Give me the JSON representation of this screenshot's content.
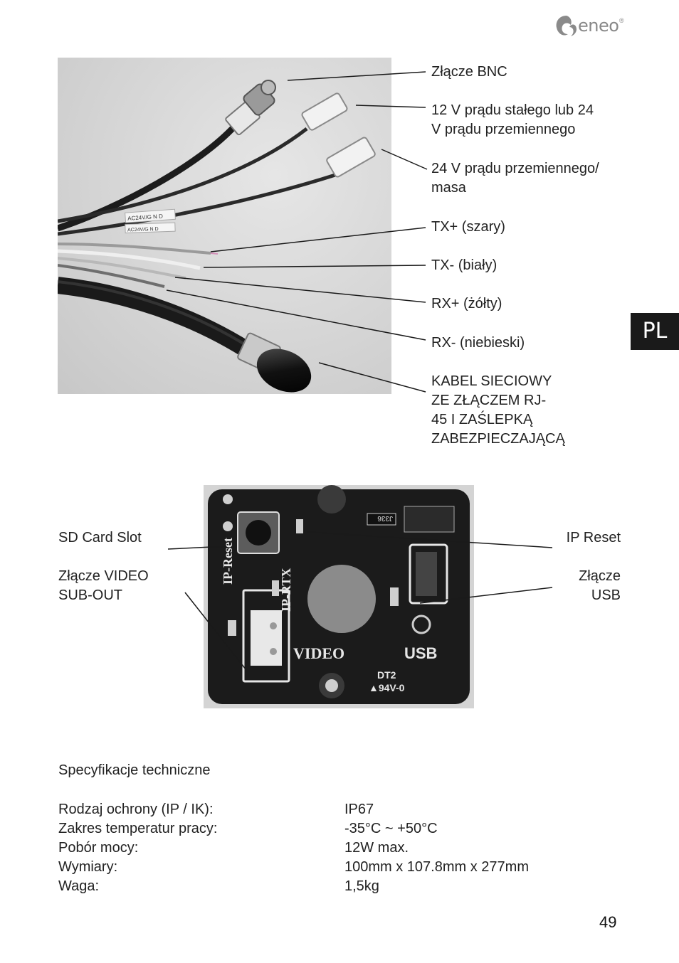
{
  "header": {
    "logo_text": "eneo",
    "logo_registered": "®",
    "lang_tab": "PL"
  },
  "cable_diagram": {
    "labels": [
      "Złącze BNC",
      "12 V prądu stałego lub 24",
      "V prądu przemiennego",
      "24 V prądu przemiennego/",
      "masa",
      "TX+ (szary)",
      "TX- (biały)",
      "RX+ (żółty)",
      "RX- (niebieski)",
      "KABEL SIECIOWY",
      "ZE ZŁĄCZEM RJ-",
      "45 I ZAŚLEPKĄ",
      "ZABEZPIECZAJĄCĄ"
    ],
    "wire_print_1": "AC24V/G N D",
    "wire_print_2": "AC24V/G N D"
  },
  "board_diagram": {
    "left_labels": [
      "SD Card Slot",
      "Złącze VIDEO",
      "SUB-OUT"
    ],
    "right_labels": [
      "IP Reset",
      "Złącze",
      "USB"
    ],
    "silkscreen": {
      "ip_reset": "IP-Reset",
      "ip_rtx": "IP-RTX",
      "video": "VIDEO",
      "usb": "USB",
      "j336": "J336",
      "dt2": "DT2",
      "v0": "▲94V-0"
    }
  },
  "specs": {
    "title": "Specyfikacje techniczne",
    "rows": [
      {
        "key": "Rodzaj ochrony (IP / IK):",
        "value": "IP67"
      },
      {
        "key": "Zakres temperatur pracy:",
        "value": "-35°C ~ +50°C"
      },
      {
        "key": "Pobór mocy:",
        "value": "12W max."
      },
      {
        "key": "Wymiary:",
        "value": "100mm x 107.8mm x 277mm"
      },
      {
        "key": "Waga:",
        "value": "1,5kg"
      }
    ]
  },
  "footer": {
    "page_number": "49"
  }
}
